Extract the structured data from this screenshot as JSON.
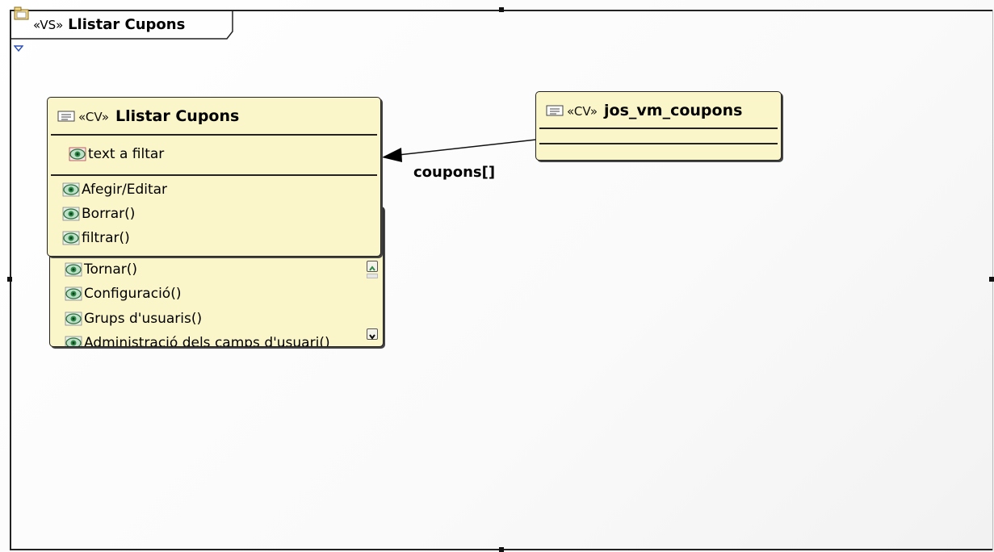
{
  "frame": {
    "stereotype": "«VS»",
    "name": "Llistar Cupons"
  },
  "class_main": {
    "stereotype": "«CV»",
    "name": "Llistar Cupons",
    "attributes": [
      "text a filtar"
    ],
    "operations": [
      "Afegir/Editar",
      "Borrar()",
      "filtrar()"
    ],
    "overflow_operations": [
      "Tornar()",
      "Configuració()",
      "Grups d'usuaris()",
      "Administració dels camps d'usuari()"
    ]
  },
  "class_coupons": {
    "stereotype": "«CV»",
    "name": "jos_vm_coupons"
  },
  "association": {
    "label": "coupons[]"
  },
  "icons": {
    "frame": "package-view-icon",
    "class": "class-view-icon",
    "member": "member-eye-icon",
    "collapse": "collapse-triangle-icon"
  },
  "colors": {
    "class_fill": "#fbf6c9",
    "border": "#222222",
    "member_icon": "#2f8a4a"
  }
}
